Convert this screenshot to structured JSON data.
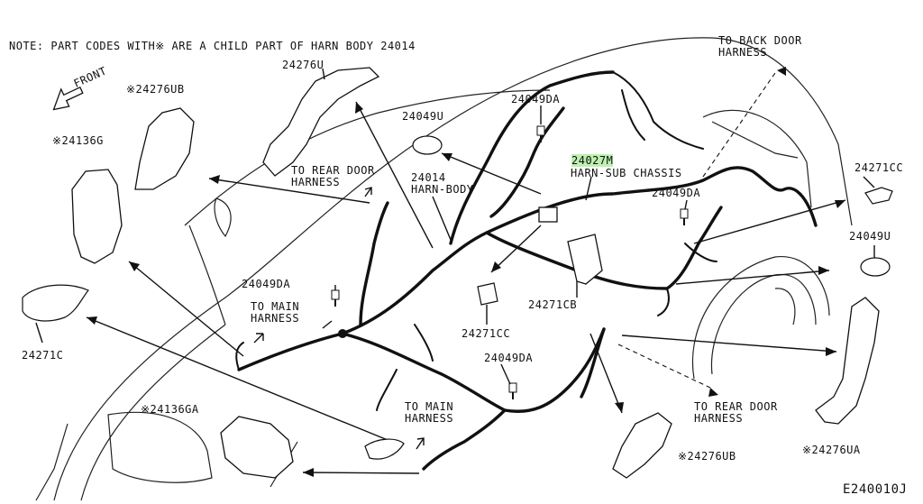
{
  "note": "NOTE: PART CODES WITH※ ARE A CHILD PART OF HARN BODY 24014",
  "front": "FRONT",
  "figure_code": "E240010J",
  "colors": {
    "ink": "#111111",
    "highlight": "#bdf0b0",
    "background": "#ffffff"
  },
  "labels": {
    "p24276U": "24276U",
    "p24276UB_top": "※24276UB",
    "p24136G": "※24136G",
    "p24049U_left": "24049U",
    "p24049DA_top": "24049DA",
    "p24027M": "24027M",
    "harn_sub_chassis": "HARN-SUB CHASSIS",
    "p24014": "24014",
    "harn_body": "HARN-BODY",
    "to_rear_door_1": "TO REAR DOOR",
    "harness_1": "HARNESS",
    "to_back_door": "TO BACK DOOR",
    "harness_2": "HARNESS",
    "p24271CC_right": "24271CC",
    "p24049DA_right": "24049DA",
    "p24049U_right": "24049U",
    "p24049DA_mid": "24049DA",
    "to_main_1": "TO MAIN",
    "harness_3": "HARNESS",
    "p24271C": "24271C",
    "p24271CB": "24271CB",
    "p24271CC_mid": "24271CC",
    "p24049DA_low": "24049DA",
    "to_main_2": "TO MAIN",
    "harness_4": "HARNESS",
    "to_rear_door_2": "TO REAR DOOR",
    "harness_5": "HARNESS",
    "p24136GA": "※24136GA",
    "p24276UB_bottom": "※24276UB",
    "p24276UA": "※24276UA"
  }
}
